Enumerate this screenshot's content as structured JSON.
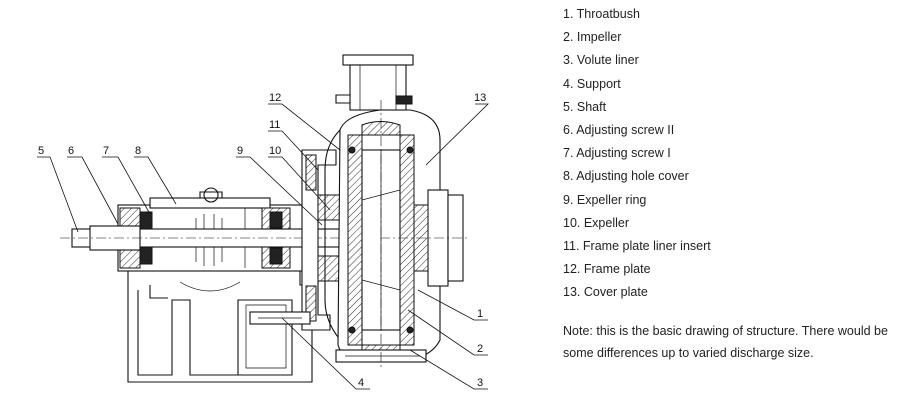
{
  "legend": {
    "items": [
      "1. Throatbush",
      "2. Impeller",
      "3. Volute liner",
      "4. Support",
      "5. Shaft",
      "6. Adjusting screw II",
      "7. Adjusting screw I",
      "8. Adjusting hole cover",
      "9. Expeller ring",
      "10. Expeller",
      "11. Frame plate liner insert",
      "12. Frame plate",
      "13. Cover plate"
    ]
  },
  "note": "Note: this is the basic drawing of structure. There would be some differences up to varied discharge size.",
  "callouts": [
    "1",
    "2",
    "3",
    "4",
    "5",
    "6",
    "7",
    "8",
    "9",
    "10",
    "11",
    "12",
    "13"
  ]
}
